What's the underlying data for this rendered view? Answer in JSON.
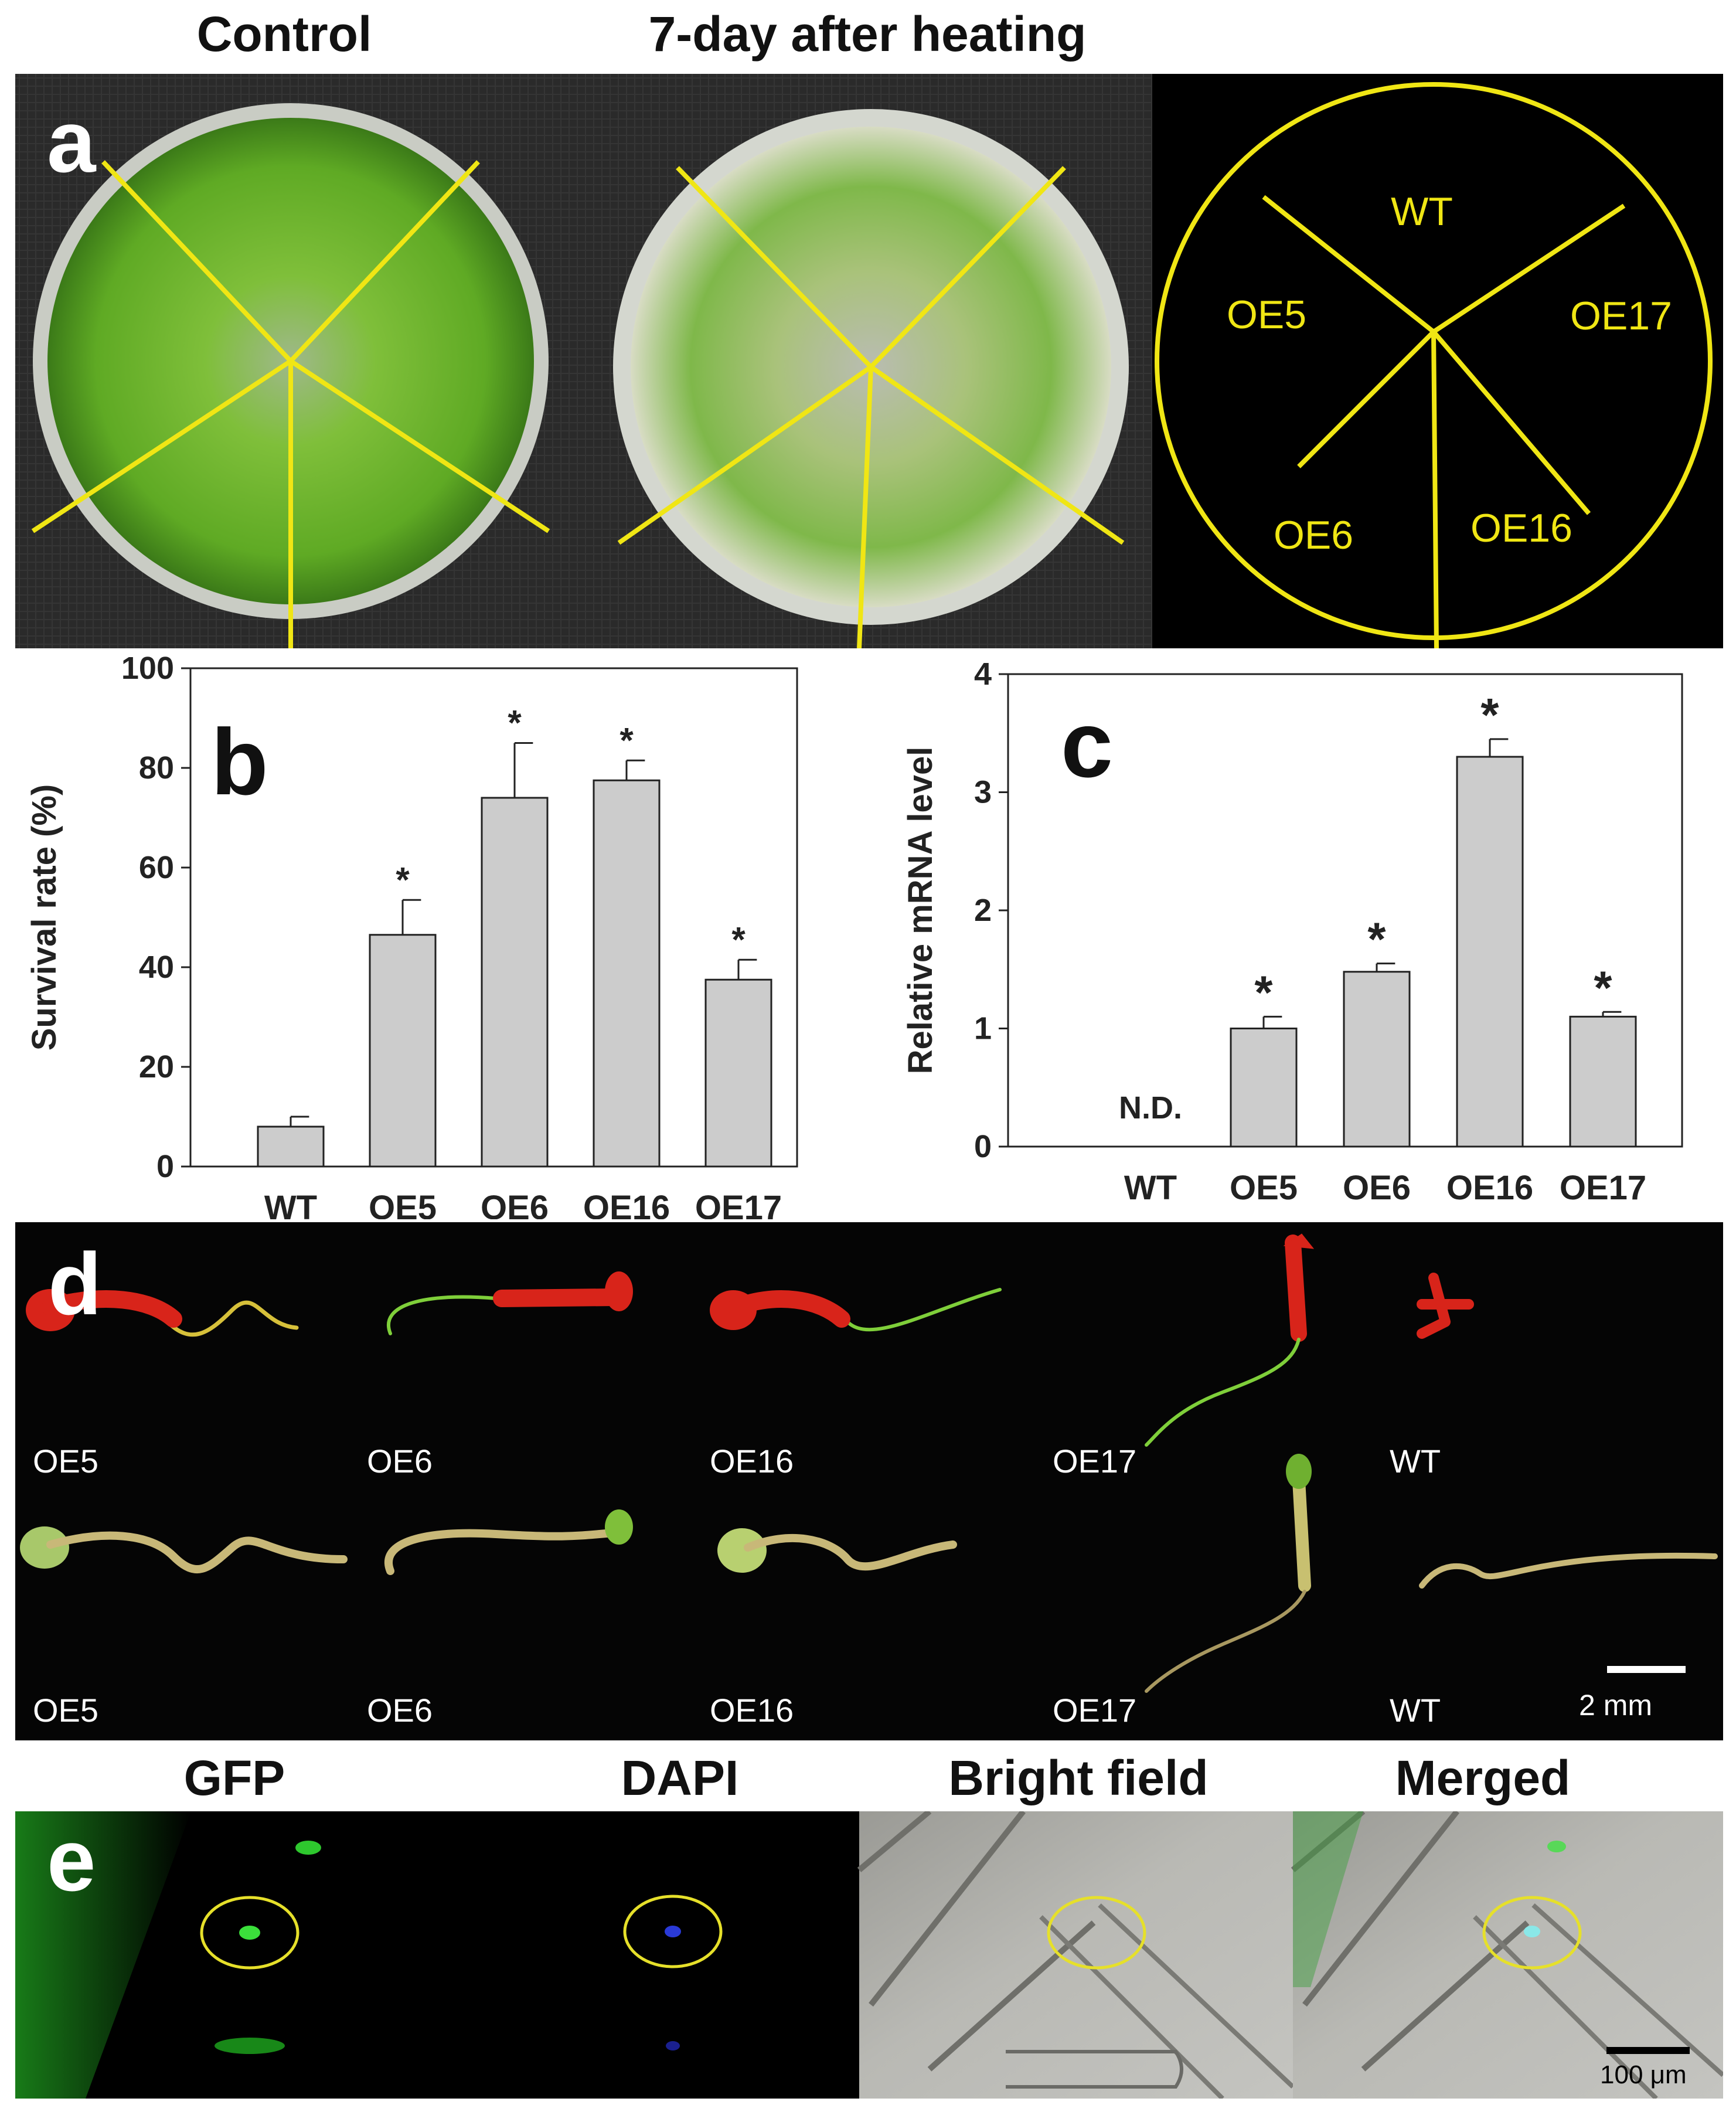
{
  "panel_a": {
    "header_left": "Control",
    "header_right": "7-day after heating",
    "label": "a",
    "sectors": [
      "WT",
      "OE17",
      "OE16",
      "OE6",
      "OE5"
    ],
    "line_color": "#f0e614"
  },
  "panel_d": {
    "label": "d",
    "row1_labels": [
      "OE5",
      "OE6",
      "OE16",
      "OE17",
      "WT"
    ],
    "row2_labels": [
      "OE5",
      "OE6",
      "OE16",
      "OE17",
      "WT"
    ],
    "scale_bar": "2 mm"
  },
  "panel_e": {
    "label": "e",
    "headers": [
      "GFP",
      "DAPI",
      "Bright field",
      "Merged"
    ],
    "scale_bar": "100 μm"
  },
  "chart_data": [
    {
      "type": "bar",
      "label": "b",
      "categories": [
        "WT",
        "OE5",
        "OE6",
        "OE16",
        "OE17"
      ],
      "values": [
        8,
        46.5,
        74,
        77.5,
        37.5
      ],
      "errors": [
        2,
        7,
        11,
        4,
        4
      ],
      "significance": [
        "",
        "*",
        "*",
        "*",
        "*"
      ],
      "ylabel": "Survival rate (%)",
      "ylim": [
        0,
        100
      ],
      "yticks": [
        0,
        20,
        40,
        60,
        80,
        100
      ],
      "bar_color": "#cccccc"
    },
    {
      "type": "bar",
      "label": "c",
      "categories": [
        "WT",
        "OE5",
        "OE6",
        "OE16",
        "OE17"
      ],
      "values": [
        0,
        1.0,
        1.48,
        3.3,
        1.1
      ],
      "errors": [
        0,
        0.1,
        0.07,
        0.15,
        0.04
      ],
      "significance": [
        "",
        "*",
        "*",
        "*",
        "*"
      ],
      "annotations": [
        "N.D.",
        "",
        "",
        "",
        ""
      ],
      "ylabel": "Relative mRNA level",
      "ylim": [
        0,
        4
      ],
      "yticks": [
        0,
        1,
        2,
        3,
        4
      ],
      "bar_color": "#cccccc"
    }
  ]
}
